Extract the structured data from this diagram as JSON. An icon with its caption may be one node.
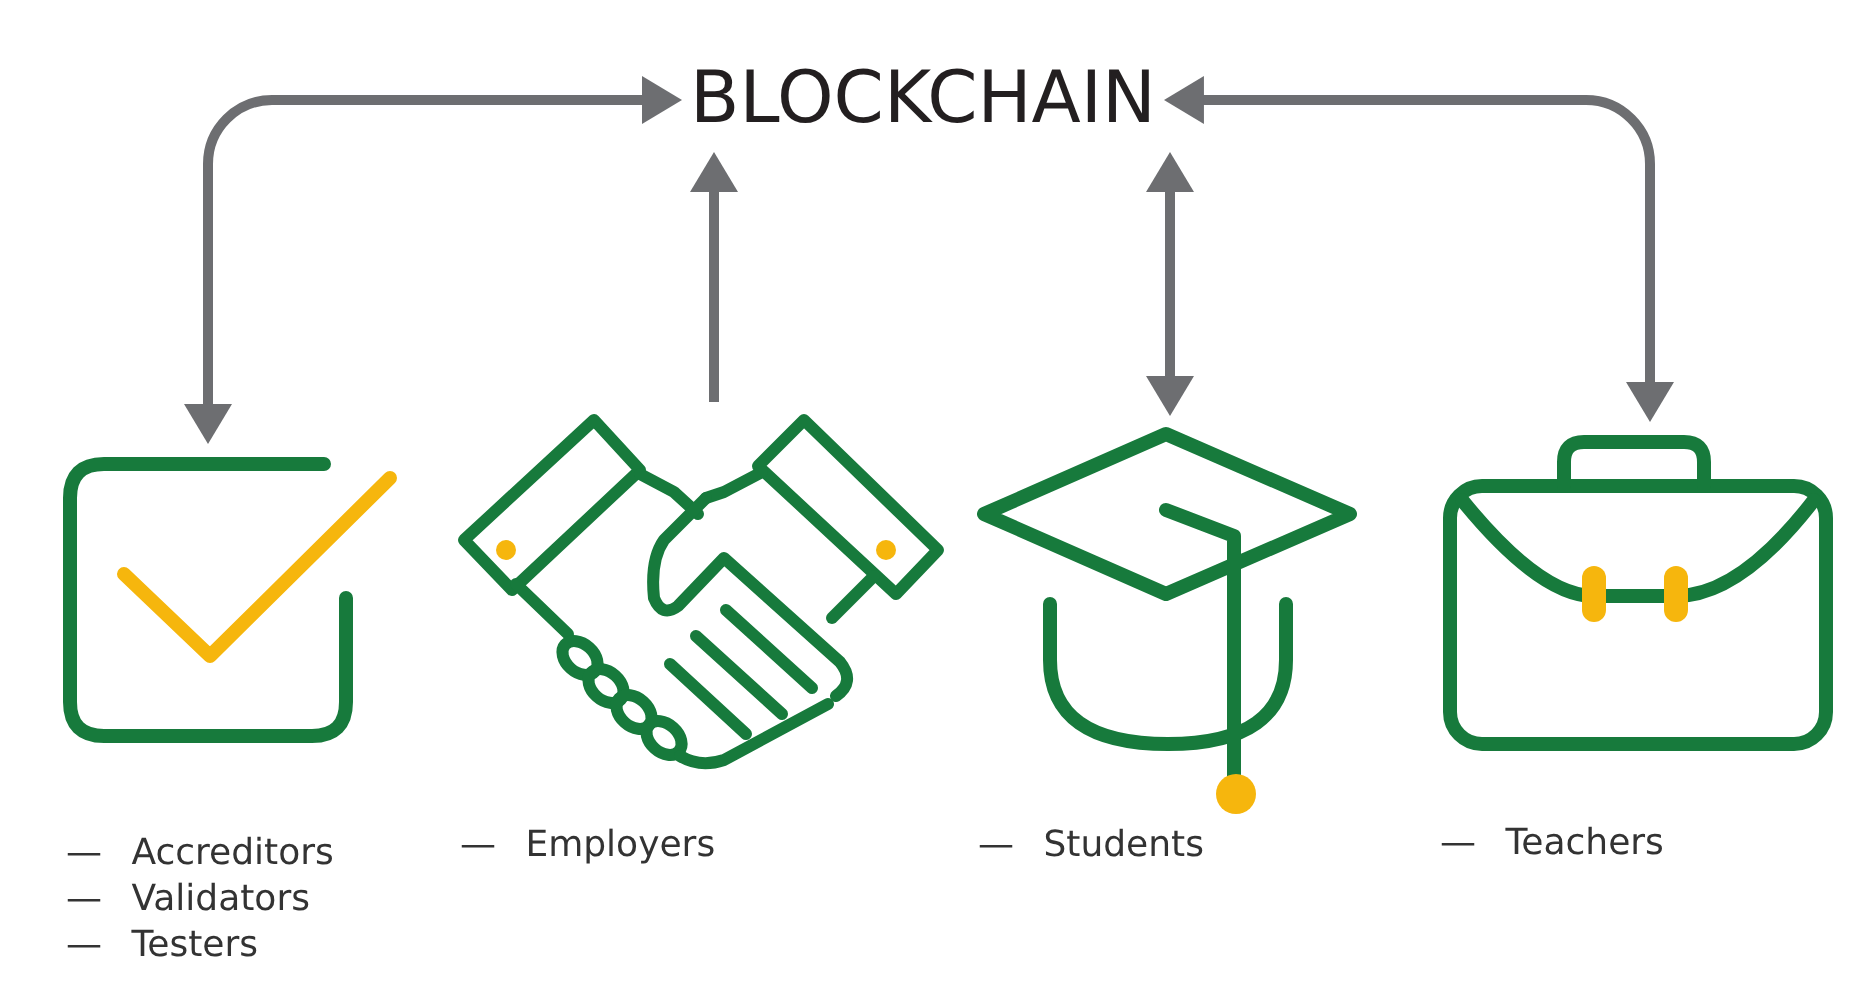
{
  "diagram": {
    "nodes": [
      {
        "text": [
          "BLOCKCHAIN"
        ]
      },
      {
        "text": [],
        "shape": "picture",
        "beside": [
          "— Accreditors",
          "— Validators",
          "— Testers"
        ]
      },
      {
        "text": [],
        "shape": "picture",
        "beside": [
          "— Employers"
        ]
      },
      {
        "text": [],
        "shape": "picture",
        "beside": [
          "— Students"
        ]
      },
      {
        "text": [],
        "shape": "picture",
        "beside": [
          "— Teachers"
        ]
      }
    ],
    "edges": [
      {
        "from": 0,
        "to": 1,
        "arrow": "both"
      },
      {
        "from": 2,
        "to": 0,
        "arrow": "to"
      },
      {
        "from": 0,
        "to": 3,
        "arrow": "both"
      },
      {
        "from": 0,
        "to": 4,
        "arrow": "both"
      }
    ]
  }
}
